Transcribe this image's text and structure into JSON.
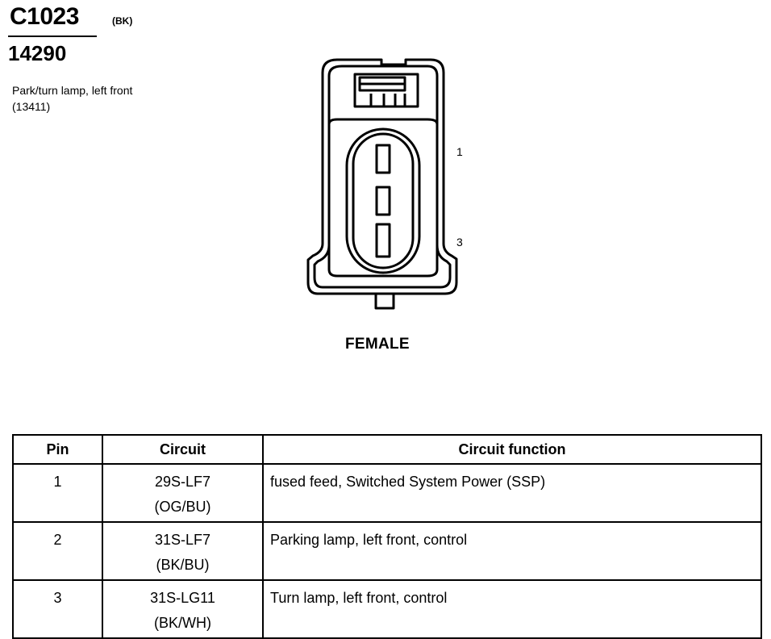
{
  "connector": {
    "id": "C1023",
    "color": "(BK)",
    "part_number": "14290",
    "description": "Park/turn lamp, left front (13411)"
  },
  "diagram": {
    "pin_labels": [
      "1",
      "3"
    ],
    "gender": "FEMALE"
  },
  "table": {
    "headers": [
      "Pin",
      "Circuit",
      "Circuit function"
    ],
    "rows": [
      {
        "pin": "1",
        "circuit": "29S-LF7",
        "wire": "(OG/BU)",
        "function": "fused feed, Switched System Power (SSP)"
      },
      {
        "pin": "2",
        "circuit": "31S-LF7",
        "wire": "(BK/BU)",
        "function": "Parking lamp, left front, control"
      },
      {
        "pin": "3",
        "circuit": "31S-LG11",
        "wire": "(BK/WH)",
        "function": "Turn lamp, left front, control"
      }
    ]
  }
}
